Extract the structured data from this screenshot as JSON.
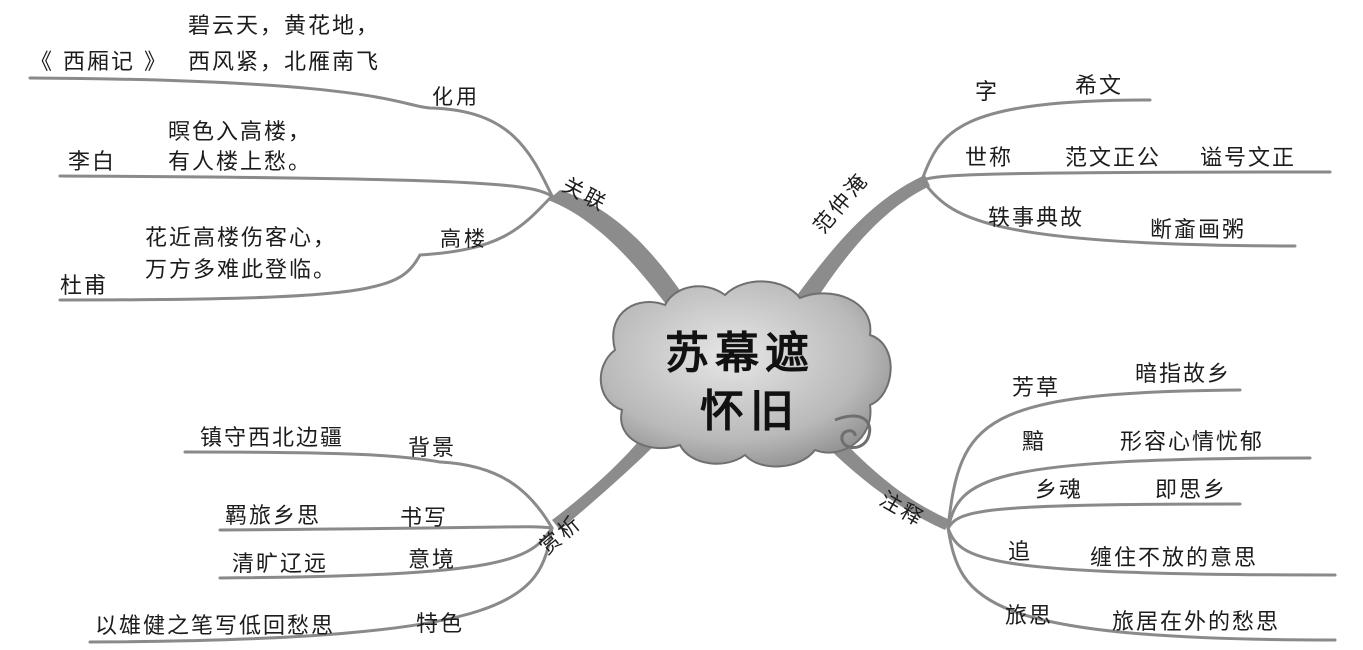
{
  "center": {
    "line1": "苏幕遮",
    "line2": "怀旧"
  },
  "branches": {
    "guanlian": {
      "label": "关联",
      "huayong": {
        "label": "化用",
        "poem_line1": "碧云天，黄花地，",
        "poem_line2": "西风紧，北雁南飞",
        "source": "《 西厢记 》"
      },
      "gaolou": {
        "label": "高楼",
        "libai": {
          "poet": "李白",
          "line1": "暝色入高楼，",
          "line2": "有人楼上愁。"
        },
        "dufu": {
          "poet": "杜甫",
          "line1": "花近高楼伤客心，",
          "line2": "万方多难此登临。"
        }
      }
    },
    "fanzhongyan": {
      "label": "范仲淹",
      "items": [
        {
          "key": "字",
          "value": "希文"
        },
        {
          "key": "世称",
          "value": "范文正公",
          "extra": "谥号文正"
        },
        {
          "key": "轶事典故",
          "value": "断齑画粥"
        }
      ]
    },
    "shangxi": {
      "label": "赏析",
      "items": [
        {
          "key": "背景",
          "value": "镇守西北边疆"
        },
        {
          "key": "书写",
          "value": "羁旅乡思"
        },
        {
          "key": "意境",
          "value": "清旷辽远"
        },
        {
          "key": "特色",
          "value": "以雄健之笔写低回愁思"
        }
      ]
    },
    "zhushi": {
      "label": "注释",
      "items": [
        {
          "key": "芳草",
          "value": "暗指故乡"
        },
        {
          "key": "黯",
          "value": "形容心情忧郁"
        },
        {
          "key": "乡魂",
          "value": "即思乡"
        },
        {
          "key": "追",
          "value": "缠住不放的意思"
        },
        {
          "key": "旅思",
          "value": "旅居在外的愁思"
        }
      ]
    }
  }
}
